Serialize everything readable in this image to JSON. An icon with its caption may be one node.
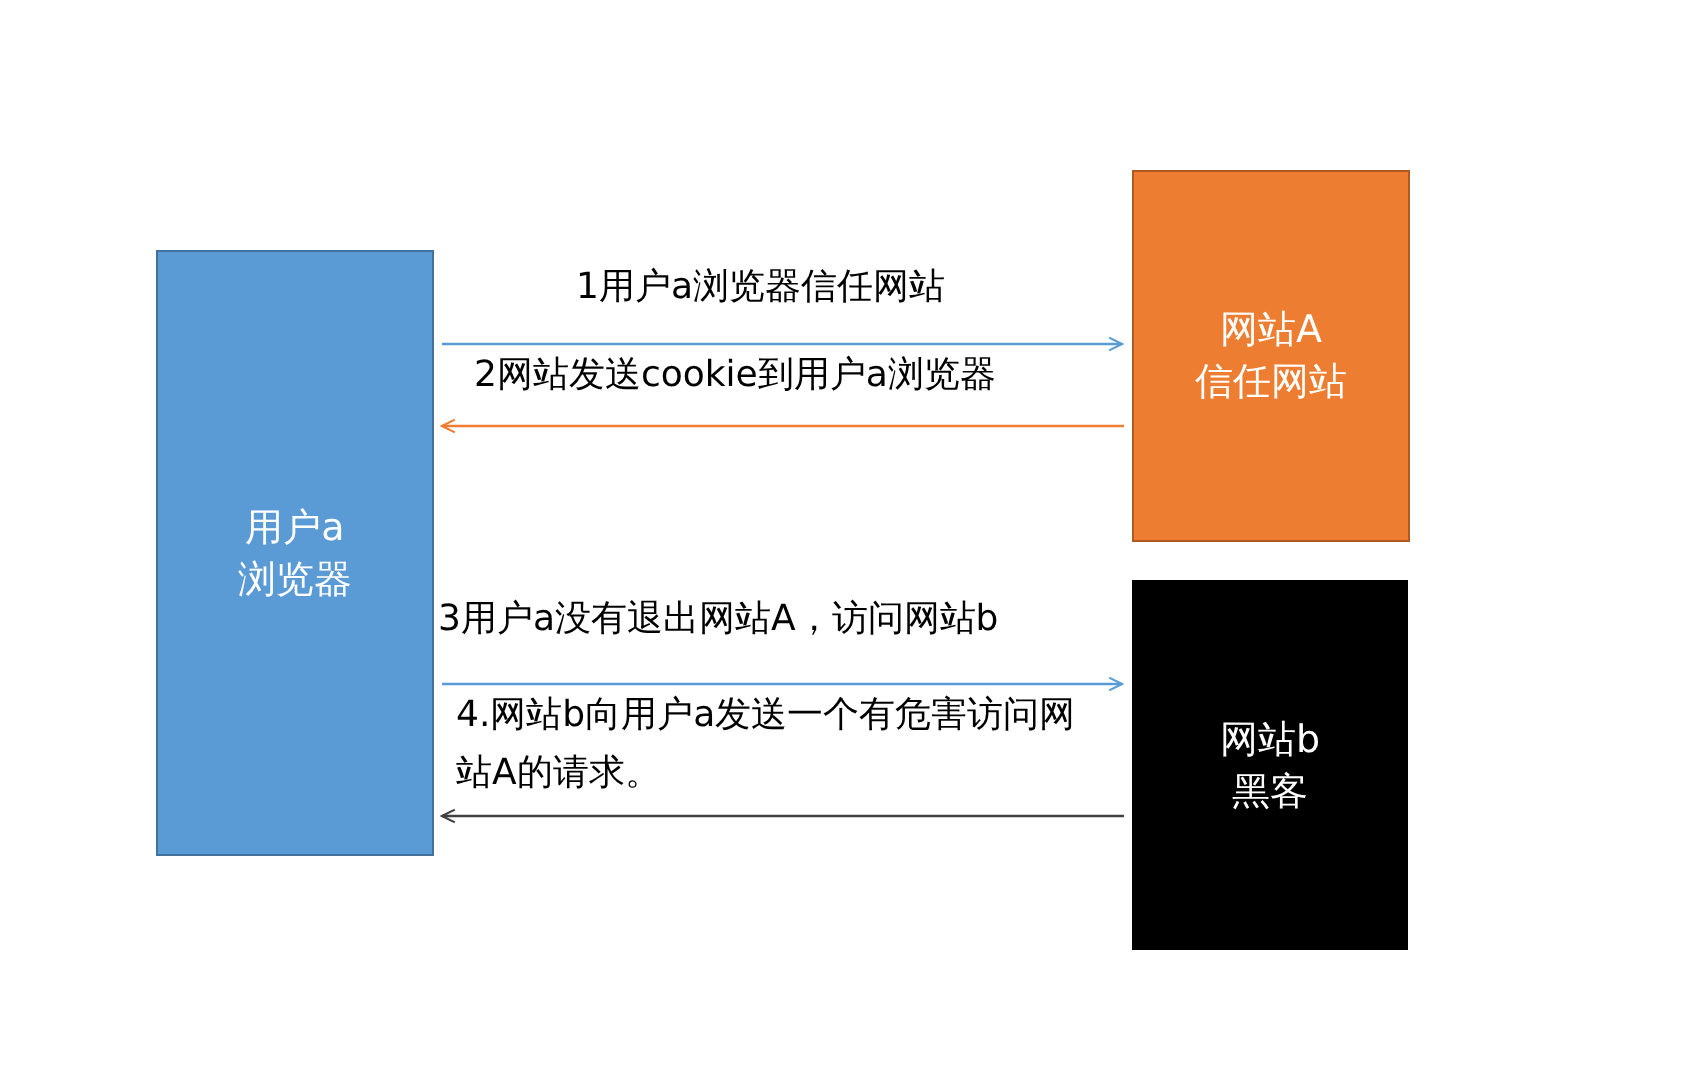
{
  "diagram": {
    "nodes": [
      {
        "text": [
          "用户a",
          "浏览器"
        ]
      },
      {
        "text": [
          "网站A",
          "信任网站"
        ]
      },
      {
        "text": [
          "网站b",
          "黑客"
        ]
      }
    ],
    "edges": [
      {
        "from": 0,
        "to": 1,
        "arrow": "to",
        "label": "1用户a浏览器信任网站"
      },
      {
        "from": 1,
        "to": 0,
        "arrow": "to",
        "label": "2网站发送cookie到用户a浏览器",
        "color": "#ed7d31"
      },
      {
        "from": 0,
        "to": 2,
        "arrow": "to",
        "label": "3用户a没有退出网站A，访问网站b"
      },
      {
        "from": 2,
        "to": 0,
        "arrow": "to",
        "label": "4.网站b向用户a发送一个有危害访问网站A的请求。",
        "color": "#404040"
      }
    ]
  }
}
